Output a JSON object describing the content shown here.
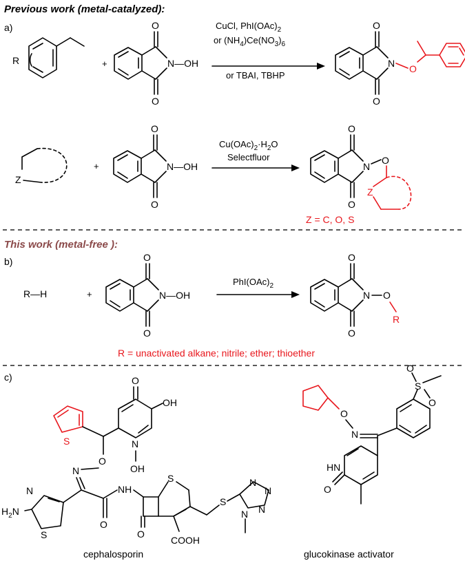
{
  "colors": {
    "accent_red": "#e8161c",
    "title_brown": "#8b4a4a",
    "ink": "#000000"
  },
  "section_a": {
    "heading": "Previous work (metal-catalyzed):",
    "label": "a)",
    "r1": {
      "reagent_line1": "CuCl, PhI(OAc)",
      "reagent_line1_sub": "2",
      "reagent_line2_a": "or (NH",
      "reagent_line2_sub1": "4",
      "reagent_line2_b": ")Ce(NO",
      "reagent_line2_sub2": "3",
      "reagent_line2_c": ")",
      "reagent_line2_sub3": "6",
      "reagent_line3": "or TBAI, TBHP"
    },
    "r2": {
      "reagent_line1_a": "Cu(OAc)",
      "reagent_line1_sub": "2",
      "reagent_line1_b": "·H",
      "reagent_line1_sub2": "2",
      "reagent_line1_c": "O",
      "reagent_line2": "Selectfluor",
      "z_note": "Z = C, O, S"
    }
  },
  "section_b": {
    "heading": "This work (metal-free ):",
    "label": "b)",
    "substrate": "R—H",
    "reagent_a": "PhI(OAc)",
    "reagent_sub": "2",
    "r_note": "R = unactivated alkane; nitrile;  ether; thioether"
  },
  "section_c": {
    "label": "c)",
    "name1": "cephalosporin",
    "name2": "glucokinase activator"
  },
  "atoms": {
    "O": "O",
    "N": "N",
    "OH": "OH",
    "NOH": "N—OH",
    "H": "H",
    "R": "R",
    "S": "S",
    "Z": "Z",
    "NH": "NH",
    "HN": "HN",
    "H2N_a": "H",
    "H2N_b": "2",
    "H2N_c": "N",
    "COOH": "COOH",
    "plus": "+"
  }
}
